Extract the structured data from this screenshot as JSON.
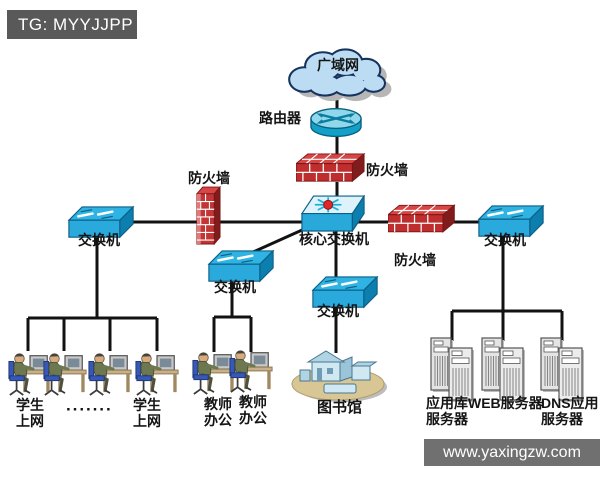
{
  "watermarks": {
    "telegram": "TG: MYYJJPP",
    "website": "www.yaxingzw.com"
  },
  "diagram": {
    "wan_label": "广域网",
    "router_label": "路由器",
    "firewall_top_label": "防火墙",
    "firewall_left_label": "防火墙",
    "firewall_right_label": "防火墙",
    "core_switch_label": "核心交换机",
    "switch_left_label": "交换机",
    "switch_mid_left_label": "交换机",
    "switch_mid_label": "交换机",
    "switch_right_label": "交换机",
    "student_group": {
      "label_left": "学生\n上网",
      "ellipsis": "·······",
      "label_right": "学生\n上网"
    },
    "teacher_labels": [
      "教师\n办公",
      "教师\n办公"
    ],
    "library_label": "图书馆",
    "server_labels": [
      "应用库\n服务器",
      "WEB服务器",
      "DNS应用\n服务器"
    ]
  },
  "colors": {
    "switch_cyan": "#2fb3e2",
    "switch_side": "#0d7fae",
    "firewall_red": "#bf2e2e",
    "cloud_blue": "#bcdcf4",
    "wire_black": "#121212",
    "banner_top_bg": "#595959",
    "banner_bottom_bg": "#707070",
    "server_gray": "#e4e4e4",
    "library_base_tan": "#d9c695"
  }
}
